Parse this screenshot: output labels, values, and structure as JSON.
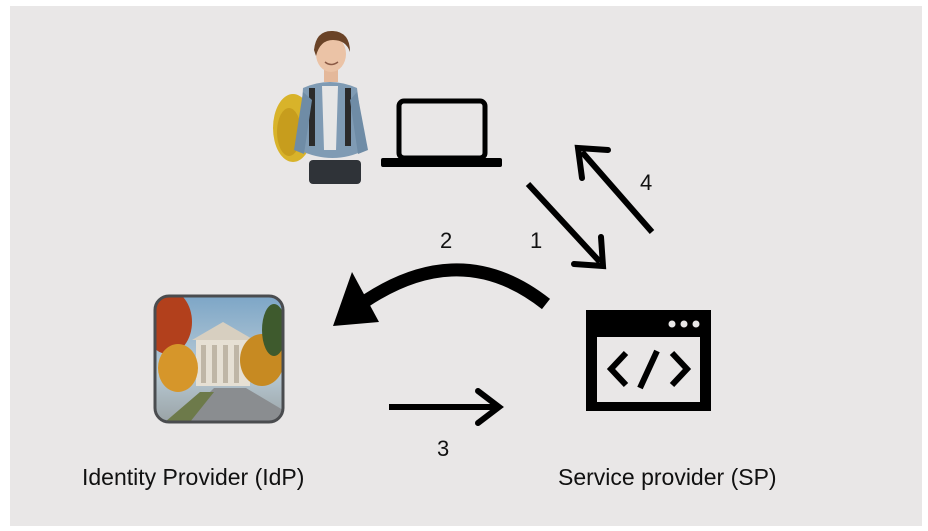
{
  "labels": {
    "idp": "Identity Provider (IdP)",
    "sp": "Service provider (SP)"
  },
  "steps": [
    "1",
    "2",
    "3",
    "4"
  ],
  "icons": {
    "user": "student-with-backpack-photo",
    "device": "laptop-icon",
    "idp": "university-building-photo",
    "sp": "code-window-icon"
  },
  "colors": {
    "background": "#e9e7e7",
    "ink": "#000000"
  }
}
